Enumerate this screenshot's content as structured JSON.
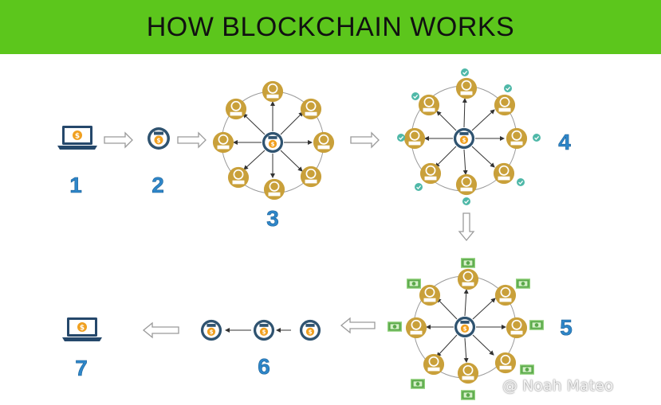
{
  "title": "HOW BLOCKCHAIN WORKS",
  "steps": [
    {
      "number": "1",
      "icon": "laptop-dollar-icon"
    },
    {
      "number": "2",
      "icon": "transaction-block-icon"
    },
    {
      "number": "3",
      "icon": "broadcast-to-network-icon"
    },
    {
      "number": "4",
      "icon": "network-validation-icon"
    },
    {
      "number": "5",
      "icon": "miners-rewarded-icon"
    },
    {
      "number": "6",
      "icon": "block-chain-icon"
    },
    {
      "number": "7",
      "icon": "laptop-dollar-icon"
    }
  ],
  "watermark": "@ Noah Mateo",
  "colors": {
    "banner": "#5cc61c",
    "node": "#c9a03a",
    "hub": "#2f5370",
    "number": "#2e86c9",
    "laptop": "#25486b",
    "coin": "#f0a020",
    "check": "#4fb8a8",
    "cash": "#5aa84a"
  }
}
